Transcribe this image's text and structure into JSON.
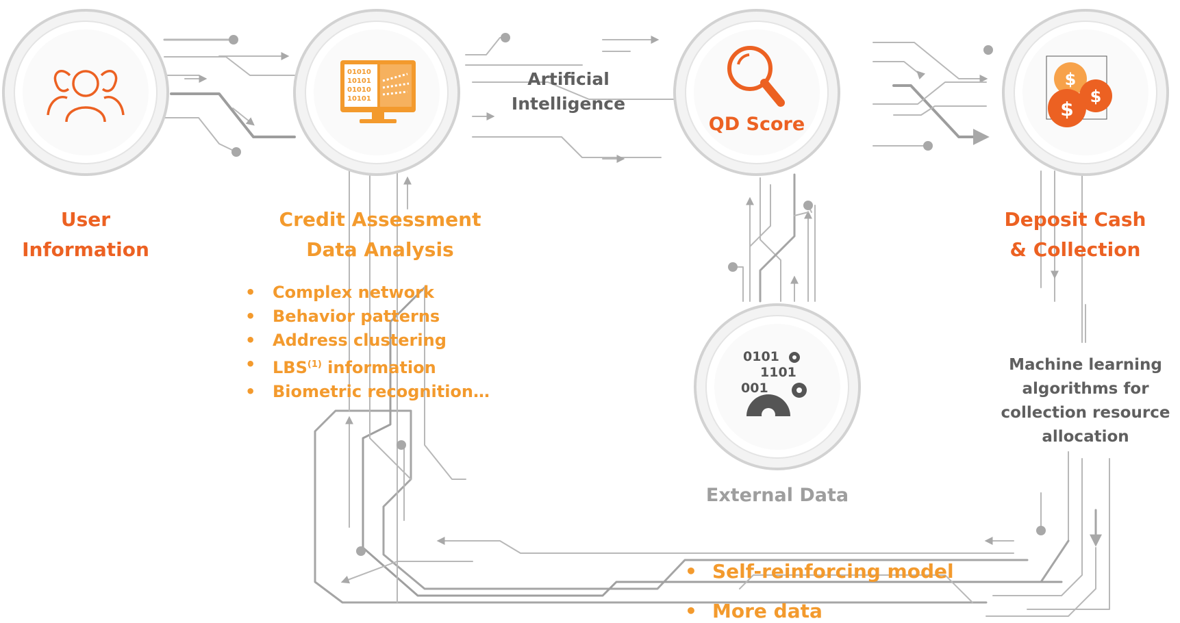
{
  "nodes": {
    "user_information": {
      "label_line1": "User",
      "label_line2": "Information",
      "icon": "users-icon"
    },
    "credit_assessment": {
      "label_line1": "Credit Assessment",
      "label_line2": "Data Analysis",
      "icon": "computer-data-icon",
      "icon_bits": [
        "01010",
        "10101",
        "01010",
        "10101"
      ],
      "bullets": [
        "Complex network",
        "Behavior patterns",
        "Address clustering",
        "information",
        "Biometric recognition…"
      ],
      "lbs_prefix": "LBS",
      "lbs_sup": "(1)"
    },
    "qd_score": {
      "label": "QD Score",
      "icon": "magnifier-icon"
    },
    "deposit_cash": {
      "label_line1": "Deposit Cash",
      "label_line2": "& Collection",
      "icon": "dollar-coins-icon"
    },
    "external_data": {
      "label": "External Data",
      "icon": "gears-binary-icon",
      "icon_lines": [
        "0101",
        "1101",
        "001"
      ]
    }
  },
  "connector_labels": {
    "ai_line1": "Artificial",
    "ai_line2": "Intelligence",
    "ml": [
      "Machine learning",
      "algorithms for",
      "collection resource",
      "allocation"
    ]
  },
  "feedback_bullets": [
    "Self-reinforcing model",
    "More data"
  ],
  "colors": {
    "orange_dark": "#ec6122",
    "orange_light": "#f39a2d",
    "gray_text": "#5f5f5f",
    "gray_light": "#9e9e9e",
    "wire": "#b5b5b5"
  }
}
